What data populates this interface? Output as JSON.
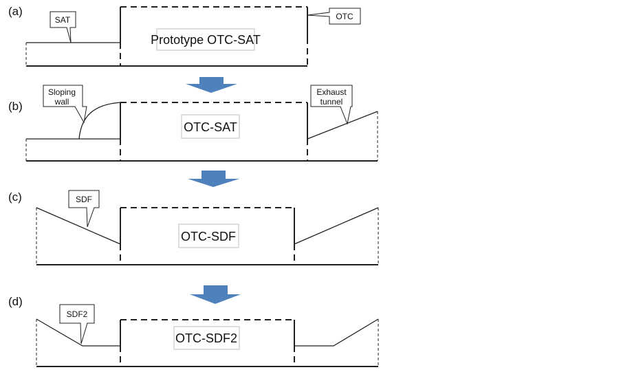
{
  "panels": [
    {
      "label": "(a)",
      "title": "Prototype OTC-SAT",
      "callouts": [
        "SAT",
        "OTC"
      ]
    },
    {
      "label": "(b)",
      "title": "OTC-SAT",
      "callouts": [
        [
          "Sloping",
          "wall"
        ],
        [
          "Exhaust",
          "tunnel"
        ]
      ]
    },
    {
      "label": "(c)",
      "title": "OTC-SDF",
      "callouts": [
        "SDF"
      ]
    },
    {
      "label": "(d)",
      "title": "OTC-SDF2",
      "callouts": [
        "SDF2"
      ]
    }
  ],
  "colors": {
    "arrow": "#4f81bd",
    "line": "#231f20"
  }
}
